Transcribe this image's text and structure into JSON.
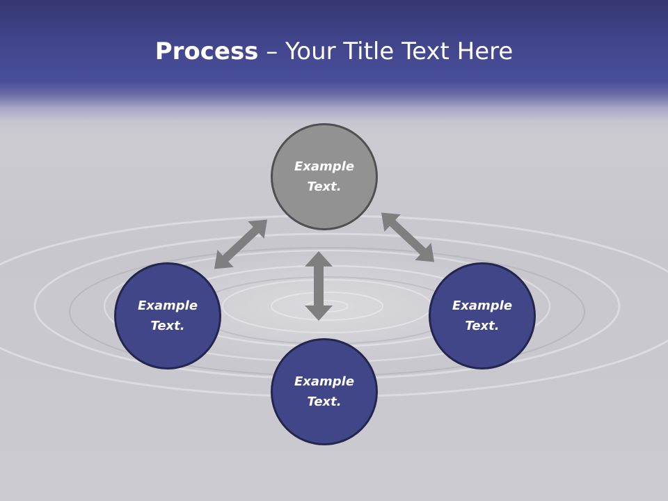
{
  "slide": {
    "title_bold": "Process",
    "title_rest": " – Your Title Text Here"
  },
  "nodes": [
    {
      "id": "top",
      "label": "Example Text.",
      "color": "#929292"
    },
    {
      "id": "left",
      "label": "Example Text.",
      "color": "#414688"
    },
    {
      "id": "right",
      "label": "Example Text.",
      "color": "#414688"
    },
    {
      "id": "bottom",
      "label": "Example Text.",
      "color": "#414688"
    }
  ],
  "colors": {
    "header": "#40448a",
    "arrow": "#7f7f7f",
    "node_gray_border": "#505050",
    "node_blue_border": "#23264d"
  }
}
